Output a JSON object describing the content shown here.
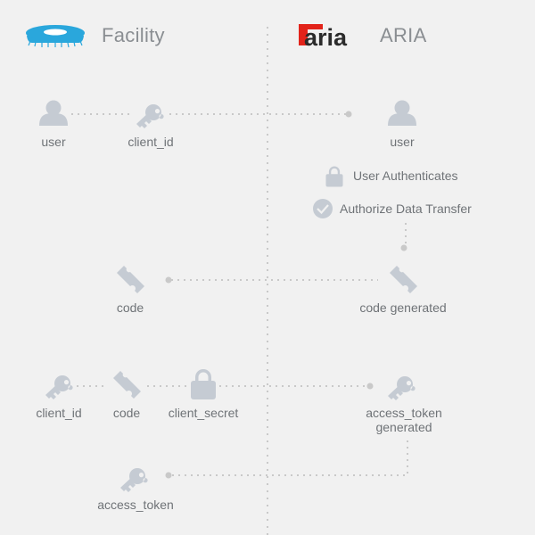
{
  "header": {
    "facility": "Facility",
    "aria_logo": "aria",
    "aria": "ARIA"
  },
  "steps": {
    "user_left": "user",
    "client_id_1": "client_id",
    "user_right": "user",
    "user_authenticates": "User Authenticates",
    "authorize_data_transfer": "Authorize Data Transfer",
    "code_left": "code",
    "code_generated": "code generated",
    "client_id_2": "client_id",
    "code_2": "code",
    "client_secret": "client_secret",
    "access_token_generated": "access_token generated",
    "access_token": "access_token"
  },
  "colors": {
    "background": "#f1f1f1",
    "icon": "#c5cbd3",
    "icon_dark": "#b2b9c2",
    "dots": "#c9c9c9",
    "facility_accent": "#2aa7dc",
    "aria_red": "#e2231a"
  }
}
